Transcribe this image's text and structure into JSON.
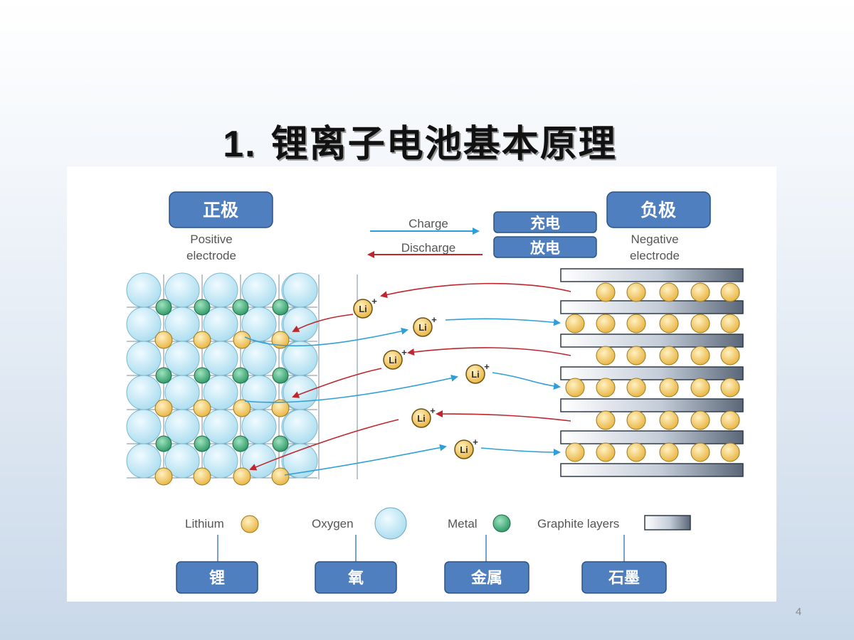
{
  "slide": {
    "title_number": "1.",
    "title_text": "锂离子电池基本原理",
    "page_number": "4"
  },
  "diagram": {
    "positive": {
      "label_cn": "正极",
      "label_en_1": "Positive",
      "label_en_2": "electrode"
    },
    "negative": {
      "label_cn": "负极",
      "label_en_1": "Negative",
      "label_en_2": "electrode"
    },
    "process": {
      "charge_en": "Charge",
      "charge_cn": "充电",
      "discharge_en": "Discharge",
      "discharge_cn": "放电"
    },
    "ion_label": "Li",
    "ion_charge": "+",
    "legend": [
      {
        "en": "Lithium",
        "cn": "锂"
      },
      {
        "en": "Oxygen",
        "cn": "氧"
      },
      {
        "en": "Metal",
        "cn": "金属"
      },
      {
        "en": "Graphite layers",
        "cn": "石墨"
      }
    ],
    "colors": {
      "charge_arrow": "#2e9fd9",
      "discharge_arrow": "#c0262d",
      "label_box": "#4f7fbf",
      "lithium": "#f2c85b",
      "oxygen": "#bde6f4",
      "metal": "#3fb07a"
    }
  }
}
